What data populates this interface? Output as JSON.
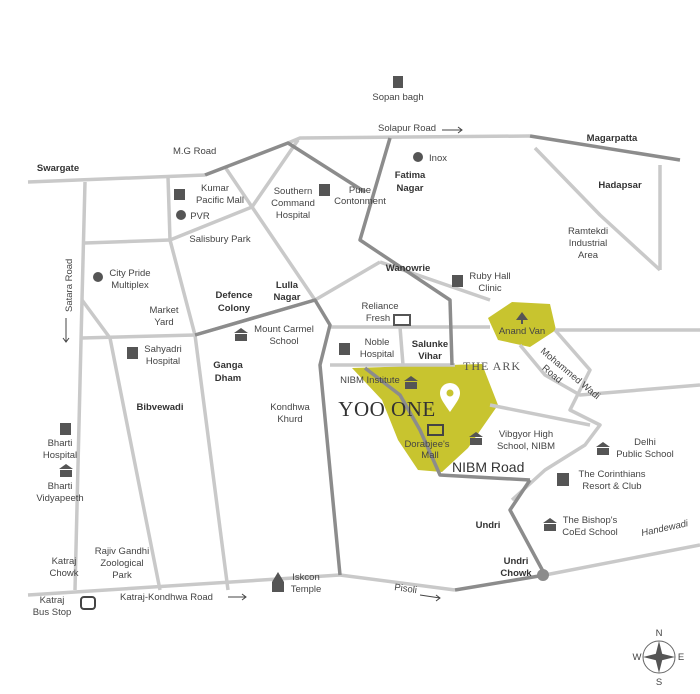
{
  "colors": {
    "highlight": "#c8c42f",
    "minor_road": "#c9c9c9",
    "major_road": "#8c8c8c",
    "text": "#444444"
  },
  "project": {
    "name": "YOO ONE",
    "landmark_logo": "THE ARK"
  },
  "roads": {
    "solapur": "Solapur Road",
    "mg": "M.G Road",
    "satara": "Satara Road",
    "katraj_kondhwa": "Katraj-Kondhwa Road",
    "pisoli": "Pisoli",
    "nibm": "NIBM Road",
    "mohammed_wadi": [
      "Mohammed Wadi",
      "Road"
    ],
    "handewadi": "Handewadi"
  },
  "areas": {
    "swargate": "Swargate",
    "magarpatta": "Magarpatta",
    "hadapsar": "Hadapsar",
    "fatima_nagar": [
      "Fatima",
      "Nagar"
    ],
    "wanowrie": "Wanowrie",
    "lulla_nagar": [
      "Lulla",
      "Nagar"
    ],
    "defence_colony": [
      "Defence",
      "Colony"
    ],
    "salunke_vihar": [
      "Salunke",
      "Vihar"
    ],
    "ganga_dham": [
      "Ganga",
      "Dham"
    ],
    "bibvewadi": "Bibvewadi",
    "undri": "Undri",
    "undri_chowk": [
      "Undri",
      "Chowk"
    ],
    "salisbury_park": "Salisbury Park",
    "market_yard": [
      "Market",
      "Yard"
    ],
    "kondhwa_khurd": [
      "Kondhwa",
      "Khurd"
    ],
    "ramtekdi": [
      "Ramtekdi",
      "Industrial",
      "Area"
    ],
    "katraj_chowk": [
      "Katraj",
      "Chowk"
    ],
    "pune_contonment": [
      "Pune",
      "Contonment"
    ]
  },
  "places": {
    "sopan_bagh": "Sopan bagh",
    "inox": "Inox",
    "kumar_pacific": [
      "Kumar",
      "Pacific Mall"
    ],
    "pvr": "PVR",
    "southern_command": [
      "Southern",
      "Command",
      "Hospital"
    ],
    "city_pride": [
      "City Pride",
      "Multiplex"
    ],
    "ruby_hall": [
      "Ruby Hall",
      "Clinic"
    ],
    "reliance_fresh": [
      "Reliance",
      "Fresh"
    ],
    "anand_van": "Anand Van",
    "mount_carmel": [
      "Mount Carmel",
      "School"
    ],
    "sahyadri": [
      "Sahyadri",
      "Hospital"
    ],
    "noble": [
      "Noble",
      "Hospital"
    ],
    "nibm_institute": "NIBM Institute",
    "dorabjee": [
      "Dorabjee's",
      "Mall"
    ],
    "vibgyor": [
      "Vibgyor High",
      "School, NIBM"
    ],
    "delhi_public": [
      "Delhi",
      "Public School"
    ],
    "corinthians": [
      "The Corinthians",
      "Resort & Club"
    ],
    "bharti_hospital": [
      "Bharti",
      "Hospital"
    ],
    "bharti_vidyapeeth": [
      "Bharti",
      "Vidyapeeth"
    ],
    "bishops": [
      "The Bishop's",
      "CoEd School"
    ],
    "rajiv_gandhi": [
      "Rajiv Gandhi",
      "Zoological",
      "Park"
    ],
    "iskcon": [
      "Iskcon",
      "Temple"
    ],
    "katraj_bus": [
      "Katraj",
      "Bus Stop"
    ]
  },
  "compass": {
    "n": "N",
    "s": "S",
    "e": "E",
    "w": "W"
  }
}
